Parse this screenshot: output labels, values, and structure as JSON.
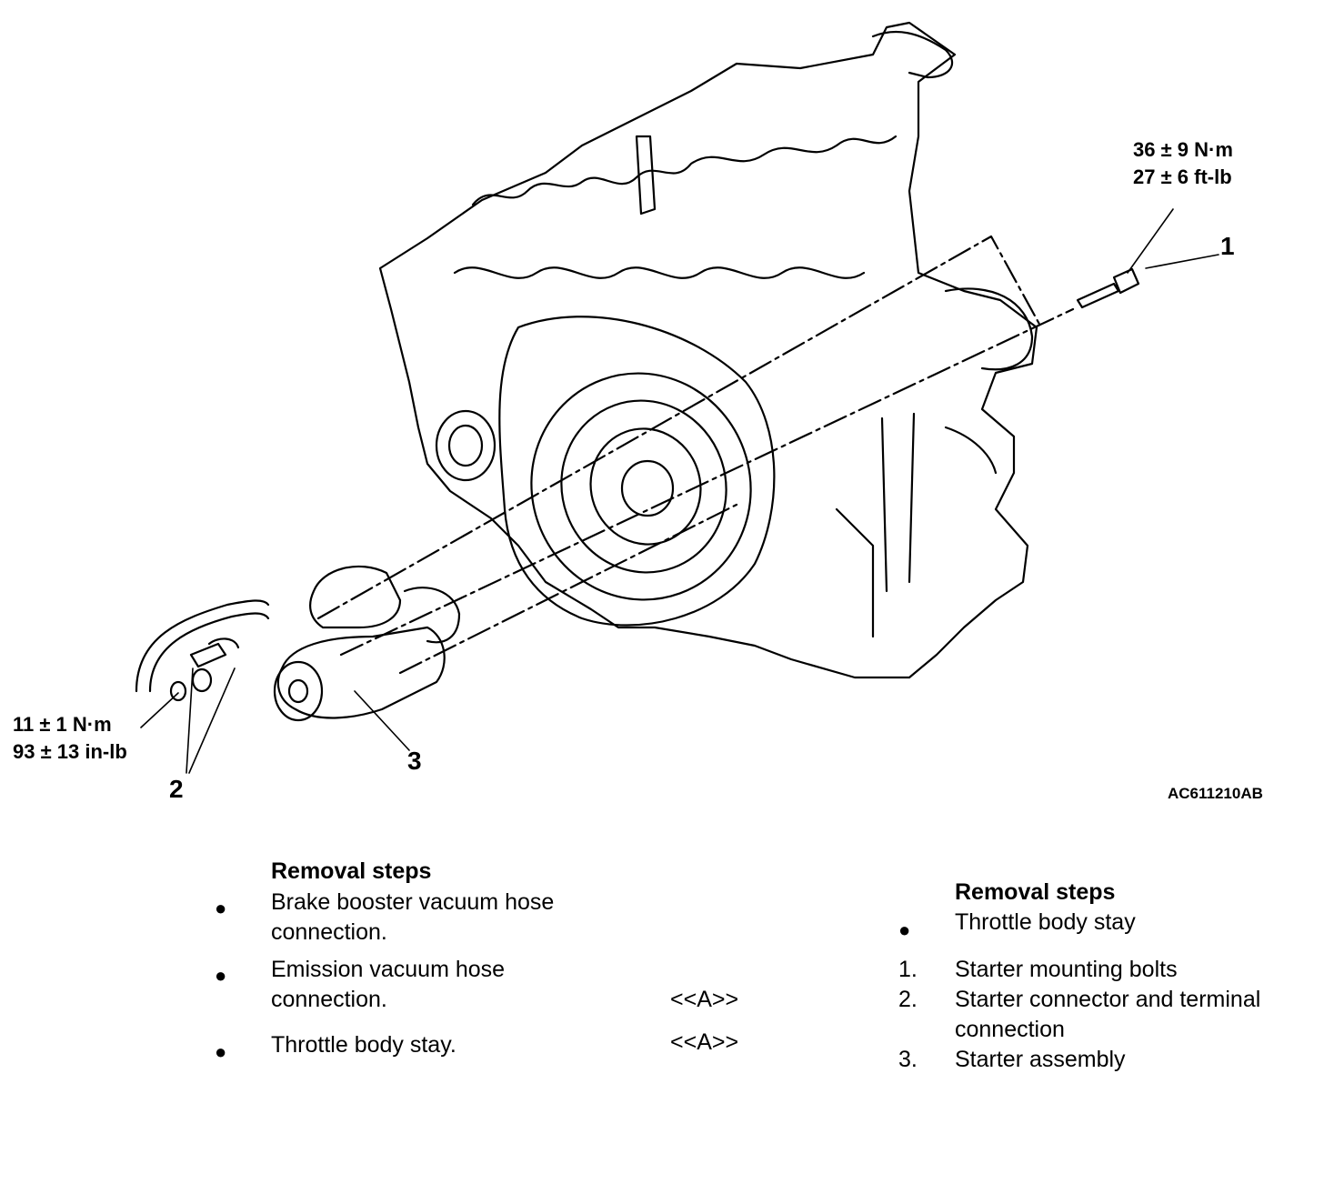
{
  "diagram": {
    "torque_top": [
      "36 ± 9 N·m",
      "27 ± 6 ft-lb"
    ],
    "torque_left": [
      "11 ± 1 N·m",
      "93 ± 13 in-lb"
    ],
    "callouts": [
      "1",
      "2",
      "3"
    ],
    "figure_code": "AC611210",
    "figure_suffix": "AB"
  },
  "left_steps": {
    "heading": "Removal steps",
    "items": [
      {
        "bullet": "●",
        "lines": [
          "Brake booster vacuum hose",
          "connection."
        ],
        "ref": ""
      },
      {
        "bullet": "●",
        "lines": [
          "Emission vacuum hose",
          "connection."
        ],
        "ref": "<<A>>"
      },
      {
        "bullet": "●",
        "lines": [
          "Throttle body stay."
        ],
        "ref": "<<A>>"
      }
    ]
  },
  "right_steps": {
    "heading": "Removal steps",
    "items": [
      {
        "marker": "●",
        "text": "Throttle body stay"
      },
      {
        "marker": "1.",
        "text": "Starter mounting bolts"
      },
      {
        "marker": "2.",
        "text": "Starter connector and terminal",
        "text2": "connection"
      },
      {
        "marker": "3.",
        "text": "Starter assembly"
      }
    ]
  }
}
